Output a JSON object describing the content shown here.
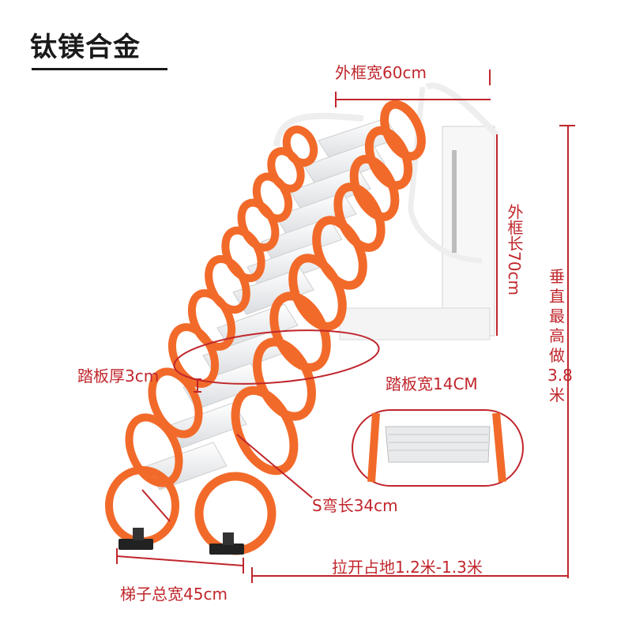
{
  "title": "钛镁合金",
  "labels": {
    "outer_frame_width": "外框宽60cm",
    "outer_frame_length": "外框长70cm",
    "max_height_chars": [
      "垂",
      "直",
      "最",
      "高",
      "做",
      "3.8",
      "米"
    ],
    "step_thickness": "踏板厚3cm",
    "step_width": "踏板宽14CM",
    "s_bend_length": "S弯长34cm",
    "floor_space": "拉开占地1.2米-1.3米",
    "total_width": "梯子总宽45cm"
  },
  "colors": {
    "accent_red": "#c0262c",
    "ladder_orange": "#f26a2a",
    "step_white": "#f2f3f5",
    "frame_white": "#f7f7f7"
  }
}
